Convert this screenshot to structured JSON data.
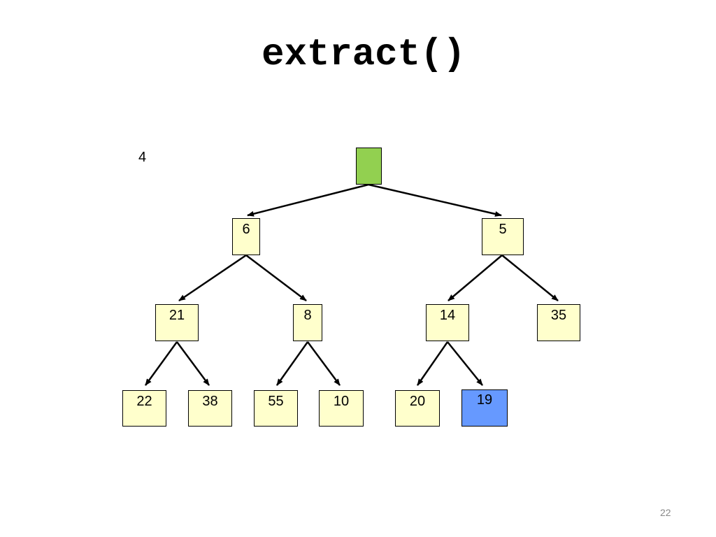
{
  "title": "extract()",
  "extracted_value": "4",
  "page_number": "22",
  "colors": {
    "node_fill": "#ffffcc",
    "root_fill": "#92d050",
    "highlight_fill": "#6699ff",
    "edge": "#000000"
  },
  "tree": {
    "root": "",
    "left": {
      "value": "6",
      "left": {
        "value": "21",
        "left": "22",
        "right": "38"
      },
      "right": {
        "value": "8",
        "left": "55",
        "right": "10"
      }
    },
    "right": {
      "value": "5",
      "left": {
        "value": "14",
        "left": "20",
        "right": "19"
      },
      "right": {
        "value": "35"
      }
    }
  }
}
